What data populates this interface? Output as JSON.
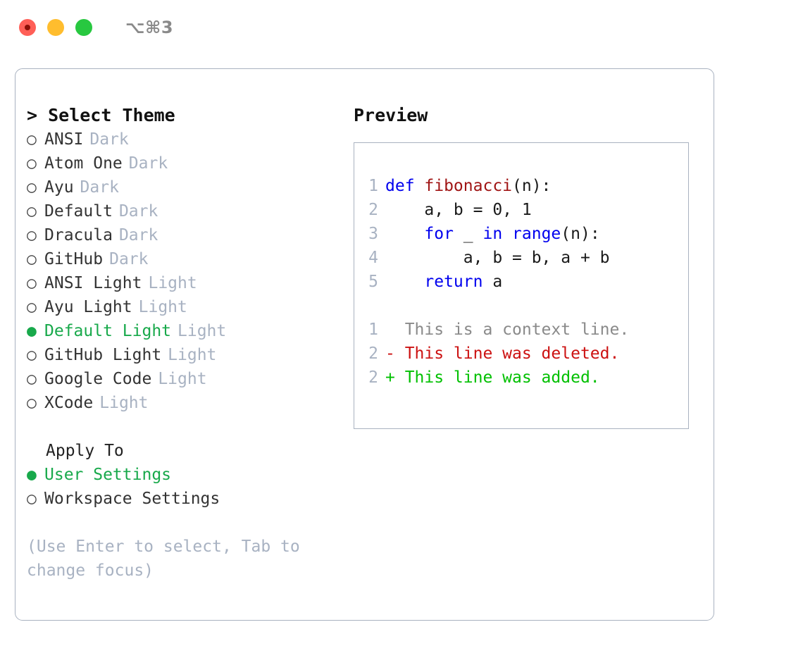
{
  "window": {
    "title": "⌥⌘3",
    "traffic_lights": [
      {
        "name": "close",
        "color": "#ff5f57"
      },
      {
        "name": "minimize",
        "color": "#ffbd2e"
      },
      {
        "name": "maximize",
        "color": "#28c840"
      }
    ]
  },
  "theme_list": {
    "header": "> Select Theme",
    "selected_index": 8,
    "items": [
      {
        "bullet": "○",
        "label": "ANSI",
        "tag": "Dark",
        "selected": false
      },
      {
        "bullet": "○",
        "label": "Atom One",
        "tag": "Dark",
        "selected": false
      },
      {
        "bullet": "○",
        "label": "Ayu",
        "tag": "Dark",
        "selected": false
      },
      {
        "bullet": "○",
        "label": "Default",
        "tag": "Dark",
        "selected": false
      },
      {
        "bullet": "○",
        "label": "Dracula",
        "tag": "Dark",
        "selected": false
      },
      {
        "bullet": "○",
        "label": "GitHub",
        "tag": "Dark",
        "selected": false
      },
      {
        "bullet": "○",
        "label": "ANSI Light",
        "tag": "Light",
        "selected": false
      },
      {
        "bullet": "○",
        "label": "Ayu Light",
        "tag": "Light",
        "selected": false
      },
      {
        "bullet": "●",
        "label": "Default Light",
        "tag": "Light",
        "selected": true
      },
      {
        "bullet": "○",
        "label": "GitHub Light",
        "tag": "Light",
        "selected": false
      },
      {
        "bullet": "○",
        "label": "Google Code",
        "tag": "Light",
        "selected": false
      },
      {
        "bullet": "○",
        "label": "XCode",
        "tag": "Light",
        "selected": false
      }
    ]
  },
  "apply_to": {
    "header": "Apply To",
    "items": [
      {
        "bullet": "●",
        "label": "User Settings",
        "selected": true
      },
      {
        "bullet": "○",
        "label": "Workspace Settings",
        "selected": false
      }
    ]
  },
  "hint": "(Use Enter to select, Tab to change focus)",
  "preview": {
    "header": "Preview",
    "code_lines": [
      {
        "ln": "1",
        "tokens": [
          {
            "t": "def ",
            "c": "kw"
          },
          {
            "t": "fibonacci",
            "c": "fn"
          },
          {
            "t": "(n):",
            "c": "plain"
          }
        ]
      },
      {
        "ln": "2",
        "tokens": [
          {
            "t": "    a, b = 0, 1",
            "c": "plain"
          }
        ]
      },
      {
        "ln": "3",
        "tokens": [
          {
            "t": "    ",
            "c": "plain"
          },
          {
            "t": "for",
            "c": "kw"
          },
          {
            "t": " _ ",
            "c": "plain"
          },
          {
            "t": "in",
            "c": "kw"
          },
          {
            "t": " ",
            "c": "plain"
          },
          {
            "t": "range",
            "c": "kw"
          },
          {
            "t": "(n):",
            "c": "plain"
          }
        ]
      },
      {
        "ln": "4",
        "tokens": [
          {
            "t": "        a, b = b, a + b",
            "c": "plain"
          }
        ]
      },
      {
        "ln": "5",
        "tokens": [
          {
            "t": "    ",
            "c": "plain"
          },
          {
            "t": "return",
            "c": "kw"
          },
          {
            "t": " a",
            "c": "plain"
          }
        ]
      }
    ],
    "diff_lines": [
      {
        "ln": "1",
        "tokens": [
          {
            "t": "  This is a context line.",
            "c": "ctx"
          }
        ]
      },
      {
        "ln": "2",
        "tokens": [
          {
            "t": "- This line was deleted.",
            "c": "del"
          }
        ]
      },
      {
        "ln": "2",
        "tokens": [
          {
            "t": "+ This line was added.",
            "c": "add"
          }
        ]
      }
    ]
  },
  "colors": {
    "accent_green": "#18a94b",
    "muted": "#a8b2c2",
    "border": "#a9b2c0",
    "keyword": "#0000ee",
    "function": "#a01515",
    "diff_delete": "#cc1111",
    "diff_add": "#00c000"
  }
}
